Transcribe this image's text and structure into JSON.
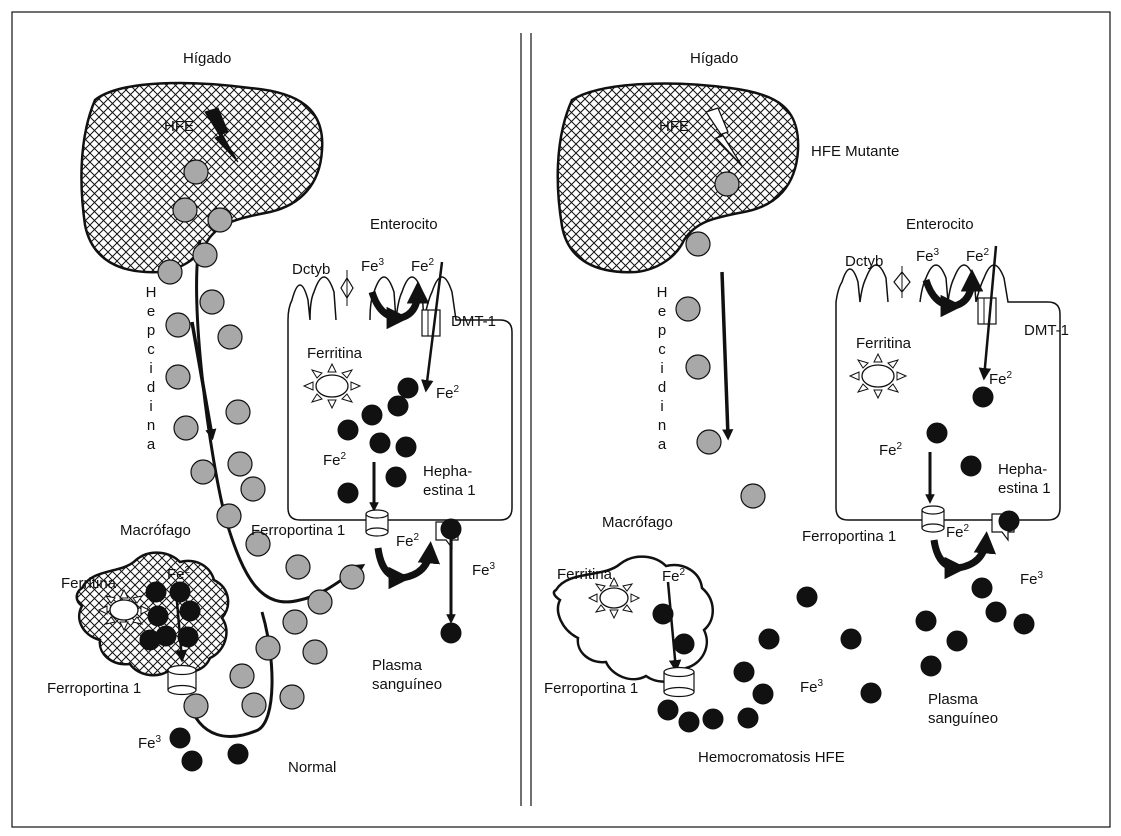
{
  "panels": [
    {
      "id": "normal",
      "liver_label": "Hígado",
      "hfe_label": "HFE",
      "hepcidin_letters": [
        "H",
        "e",
        "p",
        "c",
        "i",
        "d",
        "i",
        "n",
        "a"
      ],
      "enterocyte": {
        "title": "Enterocito",
        "dcytb": "Dctyb",
        "fe3": "Fe",
        "fe3_sup": "3",
        "fe2_top": "Fe",
        "fe2_top_sup": "2",
        "dmt": "DMT-1",
        "ferritin": "Ferritina",
        "fe2_inside": "Fe",
        "fe2_inside_sup": "2",
        "fe2_low": "Fe",
        "fe2_low_sup": "2",
        "hephaestin_1": "Hepha-",
        "hephaestin_2": "estina 1",
        "ferroportin": "Ferroportina 1",
        "fe2_out": "Fe",
        "fe2_out_sup": "2",
        "fe3_out": "Fe",
        "fe3_out_sup": "3"
      },
      "macrophage": {
        "title": "Macrófago",
        "ferritin": "Ferritina",
        "fe2": "Fe",
        "fe2_sup": "2",
        "ferroportin": "Ferroportina 1"
      },
      "plasma_1": "Plasma",
      "plasma_2": "sanguíneo",
      "fe3_plasma": "Fe",
      "fe3_plasma_sup": "3",
      "caption": "Normal"
    },
    {
      "id": "hemochromatosis",
      "liver_label": "Hígado",
      "hfe_label": "HFE",
      "hfe_mutant": "HFE Mutante",
      "hepcidin_letters": [
        "H",
        "e",
        "p",
        "c",
        "i",
        "d",
        "i",
        "n",
        "a"
      ],
      "enterocyte": {
        "title": "Enterocito",
        "dcytb": "Dctyb",
        "fe3": "Fe",
        "fe3_sup": "3",
        "fe2_top": "Fe",
        "fe2_top_sup": "2",
        "dmt": "DMT-1",
        "ferritin": "Ferritina",
        "fe2_inside": "Fe",
        "fe2_inside_sup": "2",
        "fe2_low": "Fe",
        "fe2_low_sup": "2",
        "hephaestin_1": "Hepha-",
        "hephaestin_2": "estina 1",
        "ferroportin": "Ferroportina 1",
        "fe2_out": "Fe",
        "fe2_out_sup": "2",
        "fe3_out": "Fe",
        "fe3_out_sup": "3"
      },
      "macrophage": {
        "title": "Macrófago",
        "ferritin": "Ferritina",
        "fe2": "Fe",
        "fe2_sup": "2",
        "ferroportin": "Ferroportina 1"
      },
      "plasma_1": "Plasma",
      "plasma_2": "sanguíneo",
      "fe3_plasma": "Fe",
      "fe3_plasma_sup": "3",
      "caption": "Hemocromatosis HFE"
    }
  ],
  "colors": {
    "hepcidin_dot": "#a8a8a8",
    "iron_dot": "#111111",
    "line": "#111111"
  }
}
